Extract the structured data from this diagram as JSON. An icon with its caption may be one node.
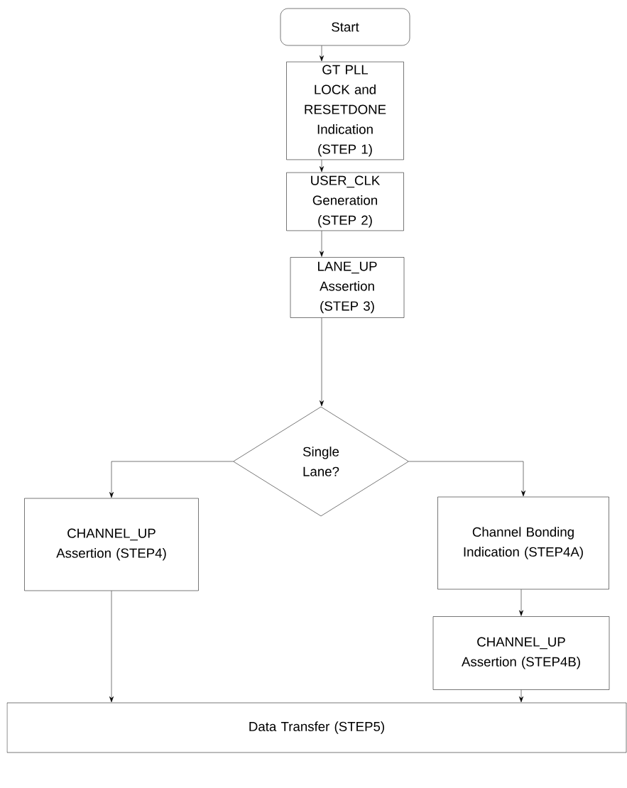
{
  "diagram": {
    "nodes": [
      {
        "text": [
          "Start"
        ]
      },
      {
        "text": [
          "GT PLL LOCK and RESETDONE Indication (STEP 1)"
        ]
      },
      {
        "text": [
          "USER_CLK Generation (STEP 2)"
        ]
      },
      {
        "text": [
          "LANE_UP Assertion (STEP 3)"
        ]
      },
      {
        "text": [
          "Single Lane?"
        ]
      },
      {
        "text": [
          "CHANNEL_UP Assertion (STEP4)"
        ]
      },
      {
        "text": [
          "Channel Bonding Indication (STEP4A)"
        ]
      },
      {
        "text": [
          "CHANNEL_UP Assertion (STEP4B)"
        ]
      },
      {
        "text": [
          "Data Transfer (STEP5)"
        ]
      }
    ],
    "edges": [
      {
        "from": 0,
        "to": 1,
        "arrow": "to"
      },
      {
        "from": 1,
        "to": 2,
        "arrow": "to"
      },
      {
        "from": 2,
        "to": 3,
        "arrow": "to"
      },
      {
        "from": 3,
        "to": 4,
        "arrow": "to"
      },
      {
        "from": 4,
        "to": 5,
        "arrow": "to"
      },
      {
        "from": 4,
        "to": 6,
        "arrow": "to"
      },
      {
        "from": 6,
        "to": 7,
        "arrow": "to"
      },
      {
        "from": 5,
        "to": 8,
        "arrow": "to"
      },
      {
        "from": 7,
        "to": 8,
        "arrow": "to"
      }
    ]
  }
}
